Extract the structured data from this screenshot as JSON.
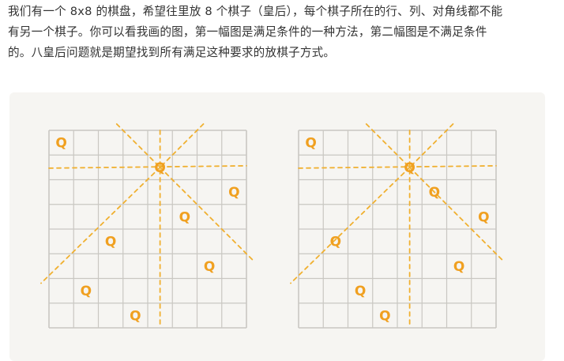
{
  "article": {
    "lines": [
      "我们有一个 8x8 的棋盘，希望往里放 8 个棋子（皇后），每个棋子所在的行、列、对角线都不能",
      "有另一个棋子。你可以看我画的图，第一幅图是满足条件的一种方法，第二幅图是不满足条件",
      "的。八皇后问题就是期望找到所有满足这种要求的放棋子方式。"
    ]
  },
  "figure": {
    "queen_symbol": "Q",
    "colors": {
      "background": "#f6f5f2",
      "grid": "#c9c7c2",
      "queen": "#f0a020",
      "attack_line": "#f0b030"
    },
    "boards": [
      {
        "caption": "",
        "queens": [
          {
            "row": 0,
            "col": 0
          },
          {
            "row": 1,
            "col": 4
          },
          {
            "row": 2,
            "col": 7
          },
          {
            "row": 3,
            "col": 5
          },
          {
            "row": 4,
            "col": 2
          },
          {
            "row": 5,
            "col": 6
          },
          {
            "row": 6,
            "col": 1
          },
          {
            "row": 7,
            "col": 3
          }
        ],
        "focus_queen": {
          "row": 1,
          "col": 4
        }
      },
      {
        "caption": "",
        "queens": [
          {
            "row": 0,
            "col": 0
          },
          {
            "row": 1,
            "col": 4
          },
          {
            "row": 2,
            "col": 5
          },
          {
            "row": 3,
            "col": 7
          },
          {
            "row": 4,
            "col": 1
          },
          {
            "row": 5,
            "col": 6
          },
          {
            "row": 6,
            "col": 2
          },
          {
            "row": 7,
            "col": 3
          }
        ],
        "focus_queen": {
          "row": 1,
          "col": 4
        }
      }
    ]
  }
}
